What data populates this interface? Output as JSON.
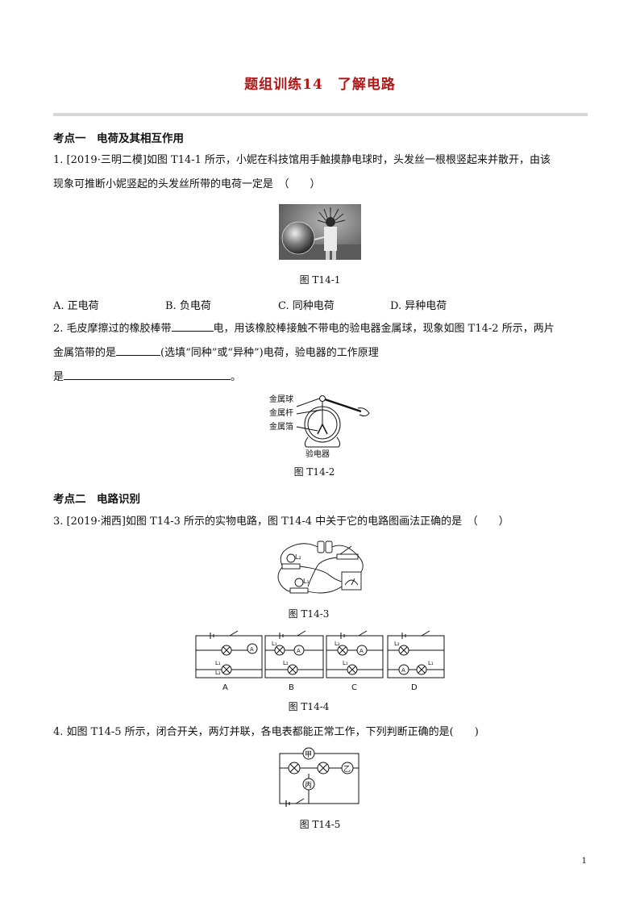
{
  "title": "题组训练14　了解电路",
  "section1": "考点一　电荷及其相互作用",
  "q1": {
    "line1": "1. [2019·三明二模]如图 T14-1 所示，小妮在科技馆用手触摸静电球时，头发丝一根根竖起来并散开，由该",
    "line2": "现象可推断小妮竖起的头发丝所带的电荷一定是　（　　）",
    "figure_caption": "图 T14-1",
    "choices": [
      "A. 正电荷",
      "B. 负电荷",
      "C. 同种电荷",
      "D. 异种电荷"
    ]
  },
  "q2": {
    "part1": "2. 毛皮摩擦过的橡胶棒带",
    "part2": "电，用该橡胶棒接触不带电的验电器金属球，现象如图 T14-2 所示，两片",
    "part3": "金属箔带的是",
    "part4": "(选填“同种”或“异种”)电荷，验电器的工作原理",
    "part5": "是",
    "part6": "。",
    "labels": [
      "金属球",
      "金属杆",
      "金属箔",
      "验电器"
    ],
    "figure_caption": "图 T14-2"
  },
  "section2": "考点二　电路识别",
  "q3": {
    "text": "3. [2019·湘西]如图 T14-3 所示的实物电路，图 T14-4 中关于它的电路图画法正确的是　（　　）",
    "fig3_caption": "图 T14-3",
    "fig4_caption": "图 T14-4",
    "fig3_labels": [
      "L₂",
      "L₁"
    ],
    "options": [
      "A",
      "B",
      "C",
      "D"
    ]
  },
  "q4": {
    "text": "4. 如图 T14-5 所示，闭合开关，两灯并联，各电表都能正常工作，下列判断正确的是(　　)",
    "meters": [
      "甲",
      "乙",
      "丙"
    ],
    "figure_caption": "图 T14-5"
  },
  "page_number": "1"
}
